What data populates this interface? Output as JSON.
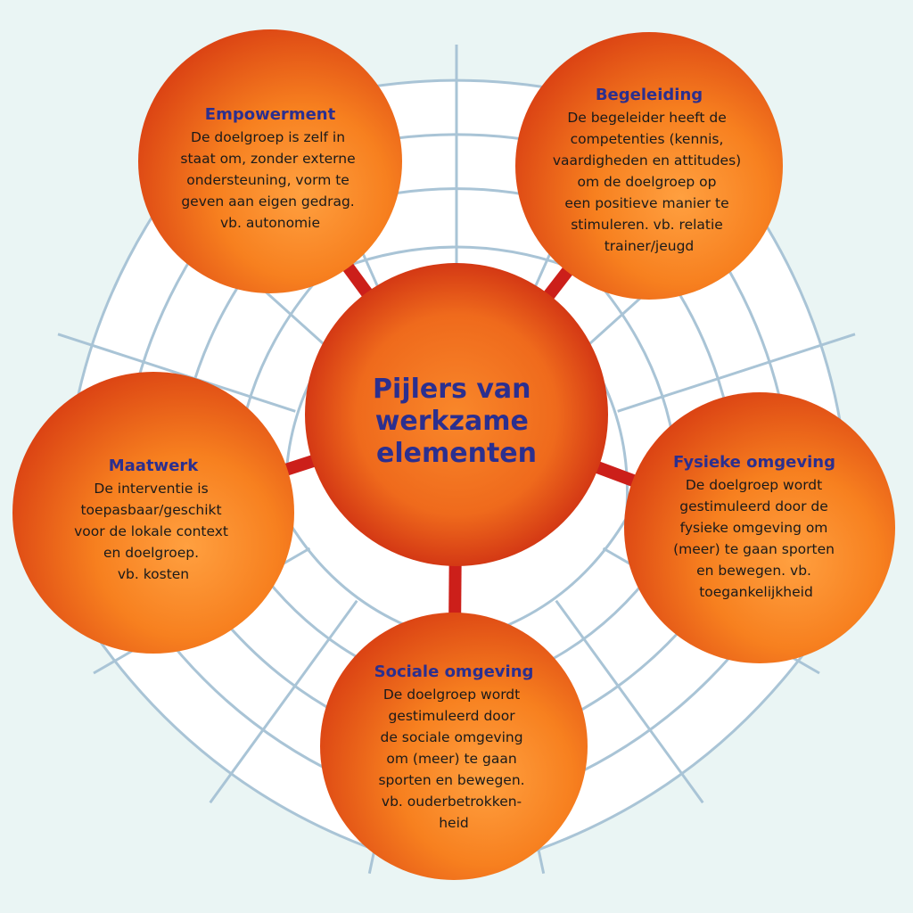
{
  "colors": {
    "background": "#eaf5f4",
    "grid": "#a9c4d6",
    "connector": "#cc1f1a",
    "circle_light": "#ffa040",
    "circle_mid": "#f7801f",
    "circle_dark": "#d73a12",
    "title": "#2b2f8f",
    "body": "#1a1a1a"
  },
  "hub": {
    "lines": [
      "Pijlers van",
      "werkzame",
      "elementen"
    ]
  },
  "nodes": [
    {
      "id": "empowerment",
      "title": "Empowerment",
      "lines": [
        "De doelgroep is zelf in",
        "staat om, zonder externe",
        "ondersteuning, vorm te",
        "geven aan eigen gedrag.",
        "vb. autonomie"
      ]
    },
    {
      "id": "begeleiding",
      "title": "Begeleiding",
      "lines": [
        "De begeleider heeft de",
        "competenties (kennis,",
        "vaardigheden en attitudes)",
        "om de doelgroep op",
        "een positieve manier te",
        "stimuleren. vb. relatie",
        "trainer/jeugd"
      ]
    },
    {
      "id": "maatwerk",
      "title": "Maatwerk",
      "lines": [
        "De interventie is",
        "toepasbaar/geschikt",
        "voor de lokale context",
        "en doelgroep.",
        "vb. kosten"
      ]
    },
    {
      "id": "fysieke-omgeving",
      "title": "Fysieke omgeving",
      "lines": [
        "De doelgroep wordt",
        "gestimuleerd door de",
        "fysieke omgeving om",
        "(meer) te gaan sporten",
        "en bewegen. vb.",
        "toegankelijkheid"
      ]
    },
    {
      "id": "sociale-omgeving",
      "title": "Sociale omgeving",
      "lines": [
        "De doelgroep wordt",
        "gestimuleerd door",
        "de sociale omgeving",
        "om (meer) te gaan",
        "sporten en bewegen.",
        "vb. ouderbetrokken-",
        "heid"
      ]
    }
  ]
}
